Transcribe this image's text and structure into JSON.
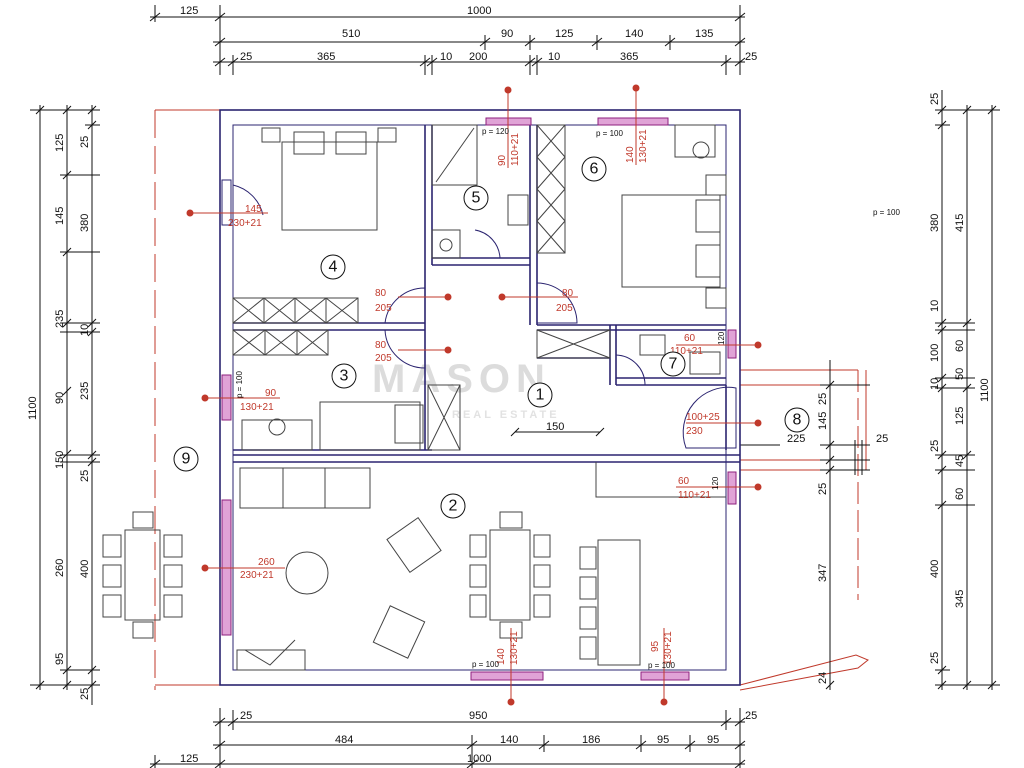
{
  "plan": {
    "rooms": [
      "1",
      "2",
      "3",
      "4",
      "5",
      "6",
      "7",
      "8",
      "9"
    ],
    "top_dims": {
      "row1": [
        "125",
        "1000"
      ],
      "row2": [
        "510",
        "90",
        "125",
        "140",
        "135"
      ],
      "row3": [
        "25",
        "365",
        "10",
        "200",
        "10",
        "365",
        "25"
      ]
    },
    "bottom_dims": {
      "row1": [
        "25",
        "950",
        "25"
      ],
      "row2": [
        "484",
        "140",
        "186",
        "95",
        "95"
      ],
      "row3": [
        "125",
        "1000"
      ]
    },
    "left_dims": {
      "outer": "1100",
      "mid": [
        "125",
        "145",
        "235",
        "90",
        "150",
        "260",
        "95"
      ],
      "inner": [
        "25",
        "380",
        "10",
        "235",
        "25",
        "400",
        "25"
      ]
    },
    "right_dims": {
      "outer": "1100",
      "mid": [
        "415",
        "100",
        "125",
        "400"
      ],
      "inner": [
        "25",
        "380",
        "10",
        "60",
        "50",
        "125",
        "45",
        "60",
        "345",
        "25"
      ],
      "inner2": [
        "100",
        "10",
        "25"
      ]
    },
    "terrace_dims": [
      "25",
      "145",
      "225",
      "25",
      "25",
      "347",
      "24",
      "150"
    ],
    "openings": {
      "w4": [
        "145",
        "230+21"
      ],
      "d4": [
        "80",
        "205"
      ],
      "d3": [
        "80",
        "205"
      ],
      "d6": [
        "80",
        "205"
      ],
      "w3": [
        "90",
        "130+21"
      ],
      "w3p": "p = 100",
      "w2": [
        "260",
        "230+21"
      ],
      "w5": [
        "90",
        "110+21"
      ],
      "w5p": "p = 120",
      "w6": [
        "140",
        "130+21"
      ],
      "w6p": "p = 100",
      "w7": [
        "60",
        "110+21"
      ],
      "w7p": "120",
      "d8": [
        "100+25",
        "230"
      ],
      "w2r": [
        "60",
        "110+21"
      ],
      "w2rp": "120",
      "wb1": [
        "140",
        "130+21"
      ],
      "wb1p": "p = 100",
      "wb2": [
        "95",
        "130+21"
      ],
      "wb2p": "p = 100",
      "right_p": "p = 100"
    },
    "watermark": "MASON",
    "watermark_sub": "REAL ESTATE"
  }
}
